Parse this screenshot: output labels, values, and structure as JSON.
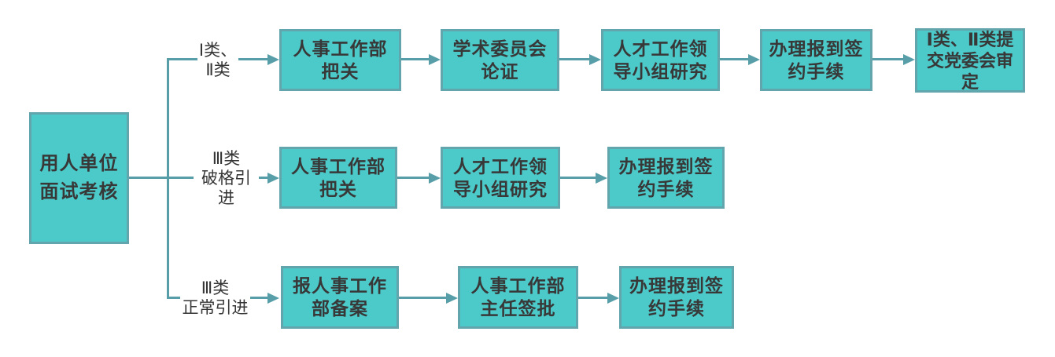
{
  "diagram": {
    "type": "flowchart",
    "background_color": "#ffffff",
    "node_fill_color": "#4cc9c9",
    "node_border_color": "#63a5ad",
    "connector_color": "#579ea8",
    "text_color": "#383838",
    "start": {
      "label": "用人单位\n面试考核"
    },
    "branches": [
      {
        "condition": "Ⅰ类、\nⅡ类",
        "steps": [
          "人事工作部\n把关",
          "学术委员会\n论证",
          "人才工作领\n导小组研究",
          "办理报到签\n约手续",
          "Ⅰ类、Ⅱ类提\n交党委会审\n定"
        ]
      },
      {
        "condition": "Ⅲ类\n破格引进",
        "steps": [
          "人事工作部\n把关",
          "人才工作领\n导小组研究",
          "办理报到签\n约手续"
        ]
      },
      {
        "condition": "Ⅲ类\n正常引进",
        "steps": [
          "报人事工作\n部备案",
          "人事工作部\n主任签批",
          "办理报到签\n约手续"
        ]
      }
    ]
  }
}
